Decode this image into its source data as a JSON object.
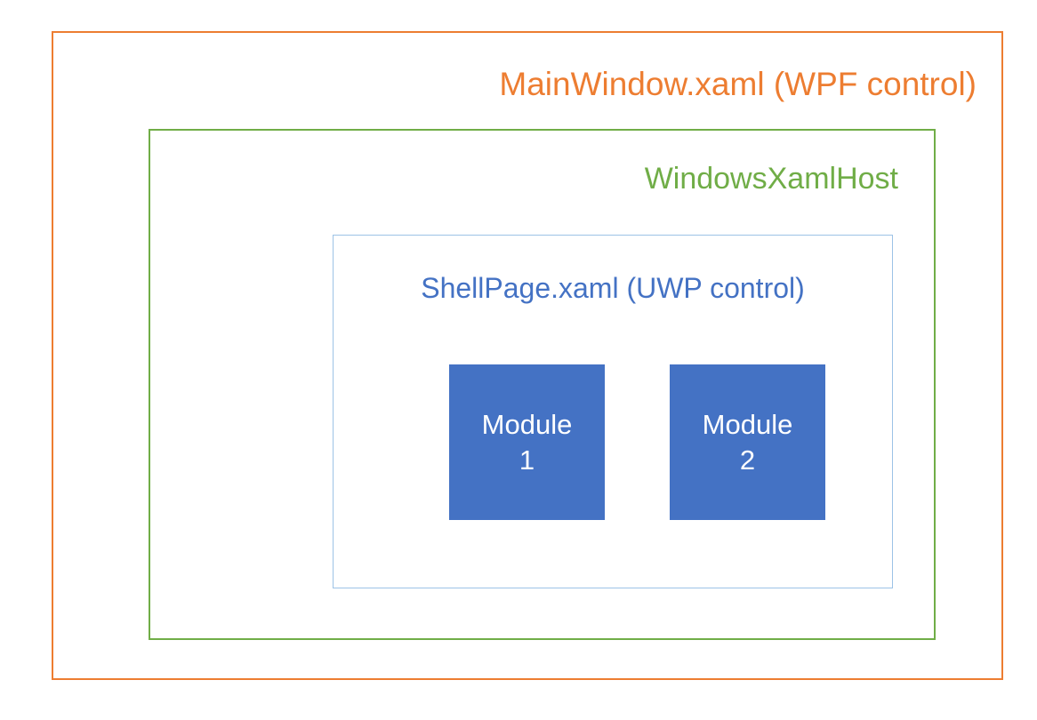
{
  "diagram": {
    "outer": {
      "label": "MainWindow.xaml (WPF control)"
    },
    "host": {
      "label": "WindowsXamlHost"
    },
    "shell": {
      "label": "ShellPage.xaml (UWP control)"
    },
    "modules": [
      {
        "line1": "Module",
        "line2": "1"
      },
      {
        "line1": "Module",
        "line2": "2"
      }
    ]
  },
  "colors": {
    "orange": "#ED7D31",
    "green": "#70AD47",
    "blue_border": "#9DC3E6",
    "blue_fill": "#4472C4",
    "blue_text": "#4472C4",
    "module_text": "#FFFFFF"
  }
}
